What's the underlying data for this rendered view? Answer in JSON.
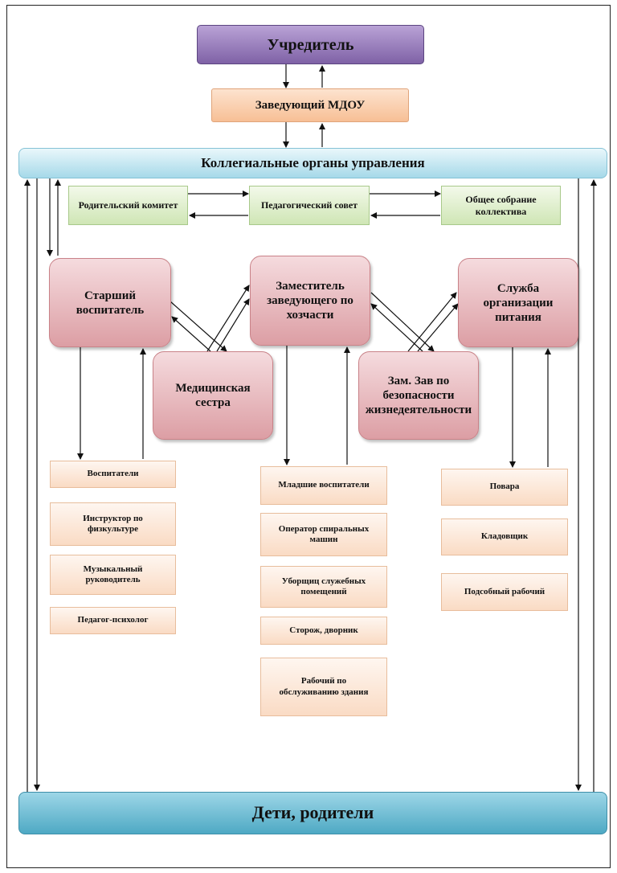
{
  "top": "Учредитель",
  "head": "Заведующий МДОУ",
  "collegial": "Коллегиальные органы управления",
  "councils": [
    "Родительский комитет",
    "Педагогический совет",
    "Общее собрание коллектива"
  ],
  "staff": {
    "senior_educator": "Старший воспитатель",
    "deputy_household": "Заместитель заведующего по хозчасти",
    "catering_service": "Служба организации питания",
    "nurse": "Медицинская сестра",
    "safety_deputy": "Зам. Зав по безопасности жизнедеятельности"
  },
  "left_column": [
    "Воспитатели",
    "Инструктор по физкультуре",
    "Музыкальный руководитель",
    "Педагог-психолог"
  ],
  "middle_column": [
    "Младшие воспитатели",
    "Оператор спиральных машин",
    "Уборщиц служебных помещений",
    "Сторож, дворник",
    "Рабочий по обслуживанию здания"
  ],
  "right_column": [
    "Повара",
    "Кладовщик",
    "Подсобный рабочий"
  ],
  "bottom": "Дети, родители"
}
